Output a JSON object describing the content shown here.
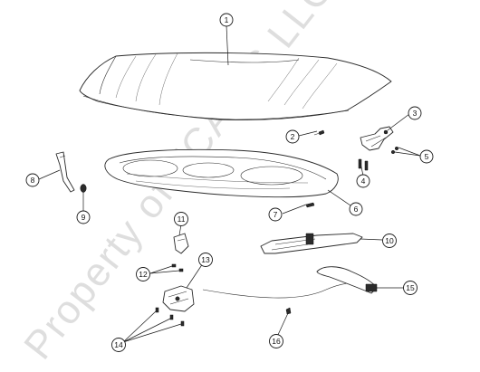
{
  "watermark": "Property of FCA US LLC",
  "callouts": [
    {
      "id": "1"
    },
    {
      "id": "2"
    },
    {
      "id": "3"
    },
    {
      "id": "4"
    },
    {
      "id": "5"
    },
    {
      "id": "6"
    },
    {
      "id": "7"
    },
    {
      "id": "8"
    },
    {
      "id": "9"
    },
    {
      "id": "10"
    },
    {
      "id": "11"
    },
    {
      "id": "12"
    },
    {
      "id": "13"
    },
    {
      "id": "14"
    },
    {
      "id": "15"
    },
    {
      "id": "16"
    }
  ]
}
